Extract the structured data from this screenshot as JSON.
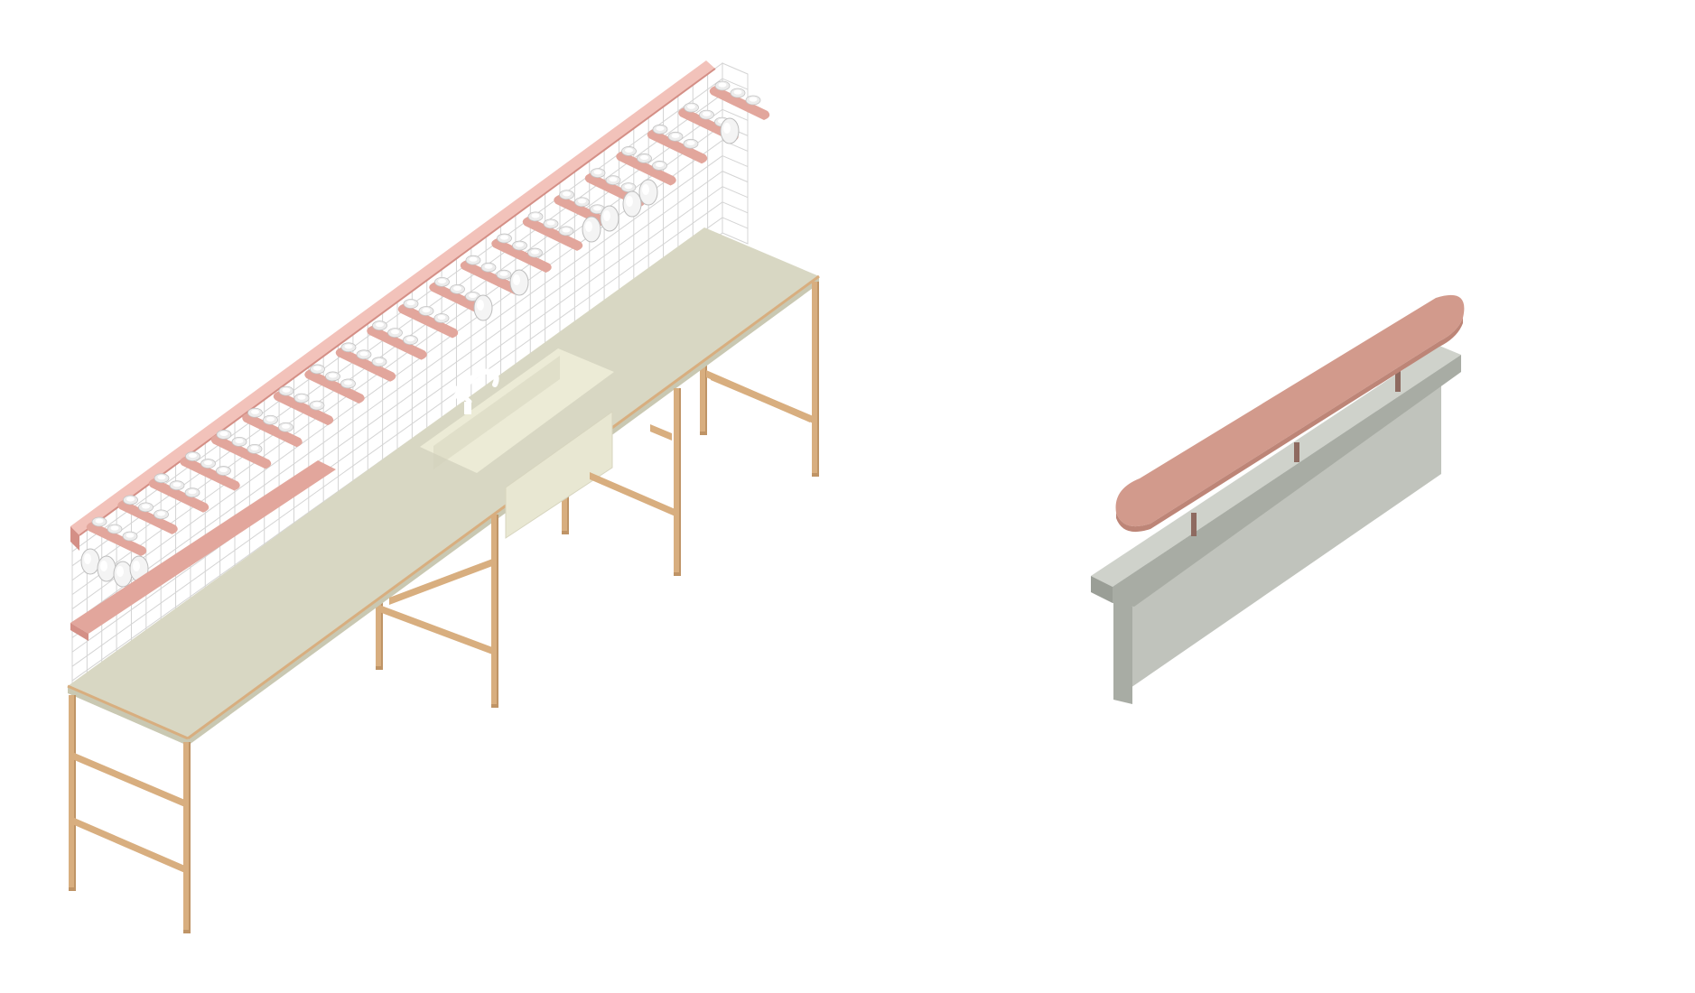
{
  "diagram": {
    "kind": "isometric-furniture-drawing",
    "objects": [
      {
        "id": "counter-with-shelving",
        "parts": [
          "tiled-backsplash",
          "top-shelf-with-cups",
          "lower-shelf",
          "countertop",
          "sink",
          "faucet",
          "timber-legs"
        ],
        "cup_rows_count": 21
      },
      {
        "id": "bar-counter",
        "parts": [
          "bar-top",
          "support-posts",
          "counter-body"
        ]
      }
    ]
  },
  "colors": {
    "background": "#ffffff",
    "tile_grid": "#d4d4d4",
    "shelf": "#e2a69c",
    "shelf_dark": "#d48f86",
    "shelf_top": "#f2c2ba",
    "countertop": "#d8d7c3",
    "countertop_edge": "#c9c8b2",
    "sink_light": "#ecebd6",
    "sink_shadow": "#d2d0ba",
    "timber": "#d8ae7f",
    "timber_dark": "#bf9466",
    "cup": "#ececec",
    "cup_edge": "#c4c4c4",
    "bar_top": "#d29a8c",
    "bar_top_edge": "#bd8577",
    "bar_body": "#c0c3bc",
    "bar_body_light": "#cfd2cb",
    "bar_body_dark": "#a8aca4",
    "post": "#8e6a60"
  }
}
